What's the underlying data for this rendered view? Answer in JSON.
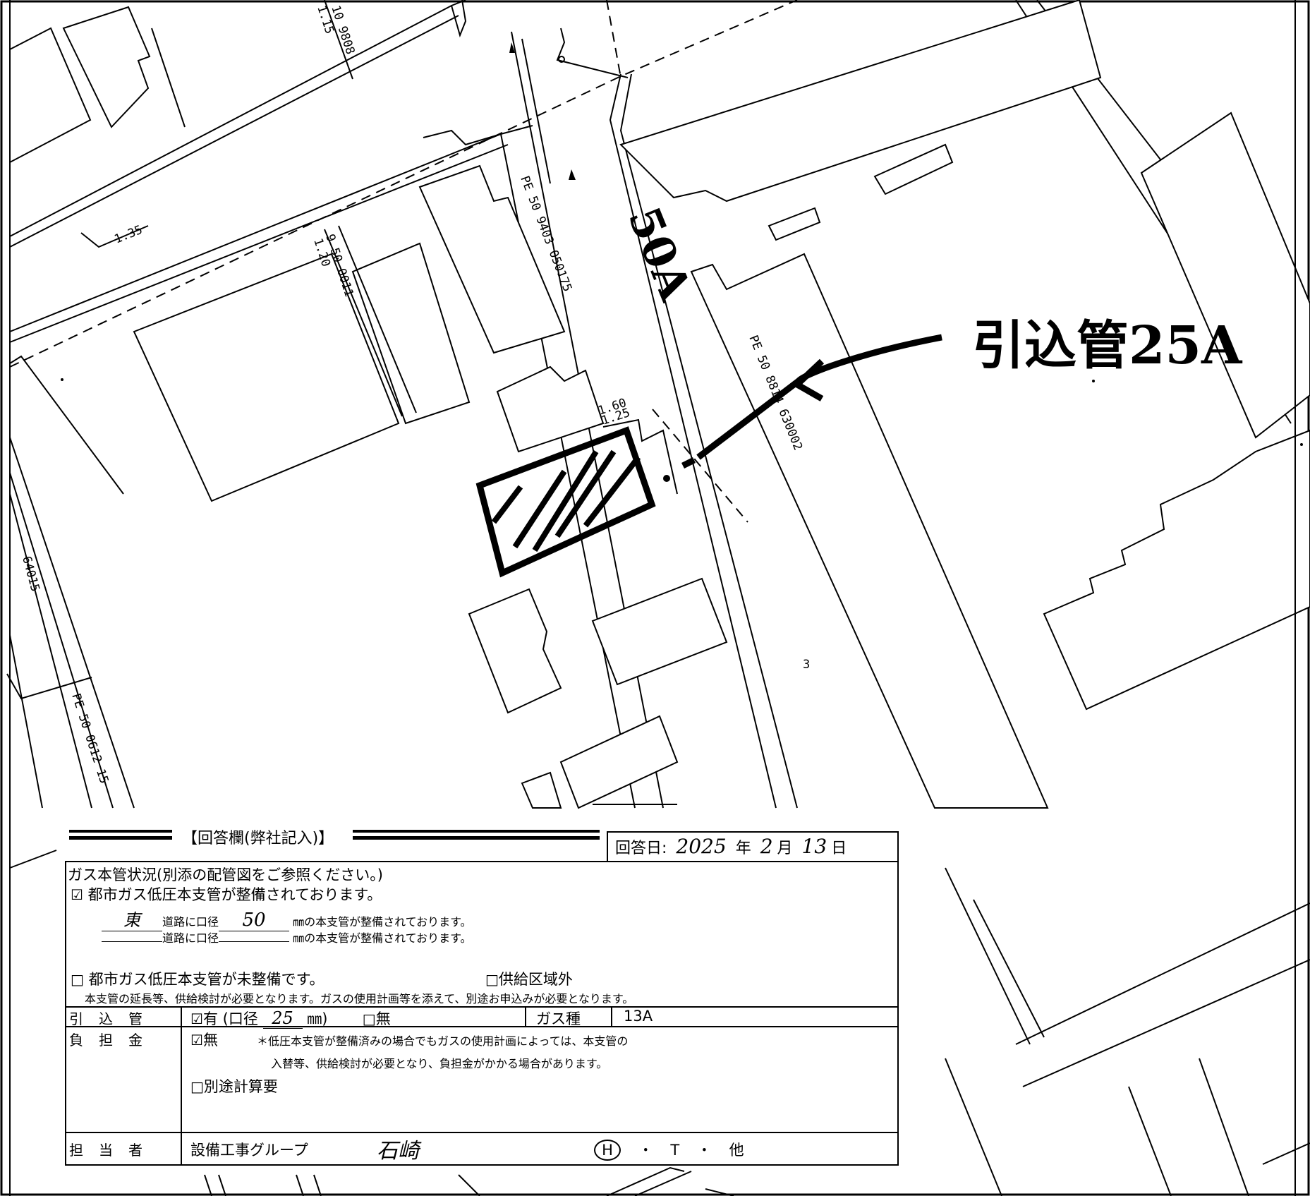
{
  "map": {
    "pipe_labels": [
      "10 9808",
      "1.15",
      "1.35",
      "9 50 0011",
      "1.20",
      "PE 50 9403 050175",
      "PE 50 8814 630002",
      "1.60",
      "1.25",
      "64015",
      "PE 50 0612 15",
      "3"
    ],
    "handwritten": {
      "main_size": "50A",
      "service_pipe": "引込管25A"
    }
  },
  "form": {
    "header_title": "【回答欄(弊社記入)】",
    "answer_date_label": "回答日:",
    "answer_date": {
      "year": "2025",
      "year_unit": "年",
      "month": "2",
      "month_unit": "月",
      "day": "13",
      "day_unit": "日"
    },
    "main_status_title": "ガス本管状況(別添の配管図をご参照ください。)",
    "option_installed": {
      "checkbox": "☑",
      "text": "都市ガス低圧本支管が整備されております。"
    },
    "road_line_1": {
      "direction": "東",
      "road_text": "道路に口径",
      "diameter": "50",
      "suffix": "㎜の本支管が整備されております。"
    },
    "road_line_2": {
      "direction": "",
      "road_text": "道路に口径",
      "diameter": "",
      "suffix": "㎜の本支管が整備されております。"
    },
    "option_not_installed": {
      "checkbox": "□",
      "text": "都市ガス低圧本支管が未整備です。"
    },
    "option_outside_area": {
      "checkbox": "□",
      "text": "供給区域外"
    },
    "not_installed_note": "本支管の延長等、供給検討が必要となります。ガスの使用計画等を添えて、別途お申込みが必要となります。",
    "service_pipe_row": {
      "label": "引込管",
      "yes_checkbox": "☑",
      "yes_text": "有",
      "diameter_prefix": "(口径",
      "diameter": "25",
      "diameter_unit": "㎜)",
      "no_checkbox": "□",
      "no_text": "無",
      "gas_type_label": "ガス種",
      "gas_type_value": "13A"
    },
    "burden_row": {
      "label": "負担金",
      "none_checkbox": "☑",
      "none_text": "無",
      "note_line_1": "＊低圧本支管が整備済みの場合でもガスの使用計画によっては、本支管の",
      "note_line_2": "入替等、供給検討が必要となり、負担金がかかる場合があります。",
      "separate_checkbox": "□",
      "separate_text": "別途計算要"
    },
    "staff_row": {
      "label": "担当者",
      "group": "設備工事グループ",
      "person": "石崎",
      "options": [
        "H",
        "・",
        "T",
        "・",
        "他"
      ]
    }
  }
}
